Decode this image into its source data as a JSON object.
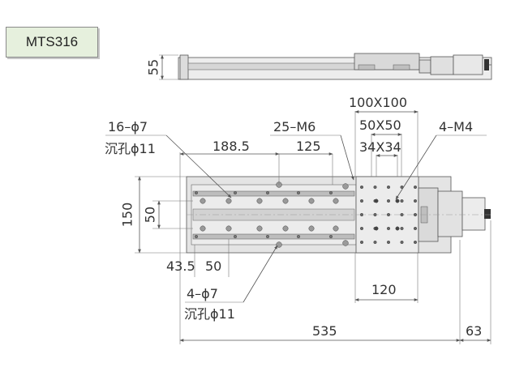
{
  "model": "MTS316",
  "labels": {
    "height_side": "55",
    "grid_100": "100X100",
    "grid_50": "50X50",
    "grid_34": "34X34",
    "holes_16": "16–ϕ7",
    "holes_16_cb": "沉孔ϕ11",
    "taps_25": "25–M6",
    "taps_4": "4–M4",
    "d_188": "188.5",
    "d_125": "125",
    "d_150": "150",
    "d_50_v": "50",
    "d_43_5": "43.5",
    "d_50_h": "50",
    "holes_4": "4–ϕ7",
    "holes_4_cb": "沉孔ϕ11",
    "d_120": "120",
    "d_535": "535",
    "d_63": "63"
  },
  "colors": {
    "part_fill": "#e6e6e6",
    "part_dark": "#bfbfbf",
    "line": "#555555",
    "badge_fill": "#e6f0dd"
  }
}
